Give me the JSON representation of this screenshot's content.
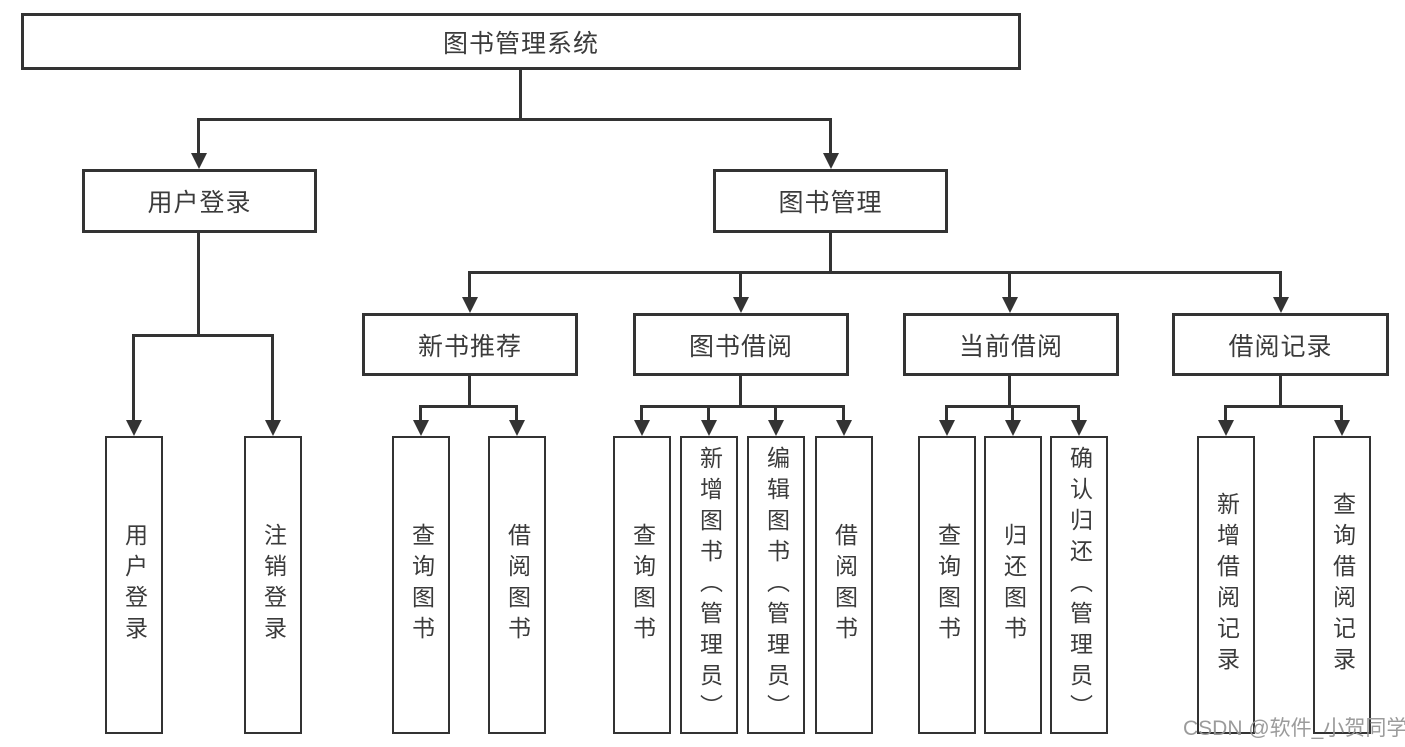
{
  "diagram_title": "图书管理系统",
  "tree": {
    "root": {
      "label": "图书管理系统",
      "children": [
        {
          "label": "用户登录",
          "children": [
            {
              "label": "用户登录"
            },
            {
              "label": "注销登录"
            }
          ]
        },
        {
          "label": "图书管理",
          "children": [
            {
              "label": "新书推荐",
              "children": [
                {
                  "label": "查询图书"
                },
                {
                  "label": "借阅图书"
                }
              ]
            },
            {
              "label": "图书借阅",
              "children": [
                {
                  "label": "查询图书"
                },
                {
                  "label": "新增图书（管理员）"
                },
                {
                  "label": "编辑图书（管理员）"
                },
                {
                  "label": "借阅图书"
                }
              ]
            },
            {
              "label": "当前借阅",
              "children": [
                {
                  "label": "查询图书"
                },
                {
                  "label": "归还图书"
                },
                {
                  "label": "确认归还（管理员）"
                }
              ]
            },
            {
              "label": "借阅记录",
              "children": [
                {
                  "label": "新增借阅记录"
                },
                {
                  "label": "查询借阅记录"
                }
              ]
            }
          ]
        }
      ]
    }
  },
  "watermark": {
    "text": "CSDN @软件_小贺同学",
    "color": "#969696"
  },
  "colors": {
    "background": "#ffffff",
    "line": "#333333",
    "box_border": "#333333",
    "text": "#3b3b3b",
    "watermark": "#969696"
  }
}
